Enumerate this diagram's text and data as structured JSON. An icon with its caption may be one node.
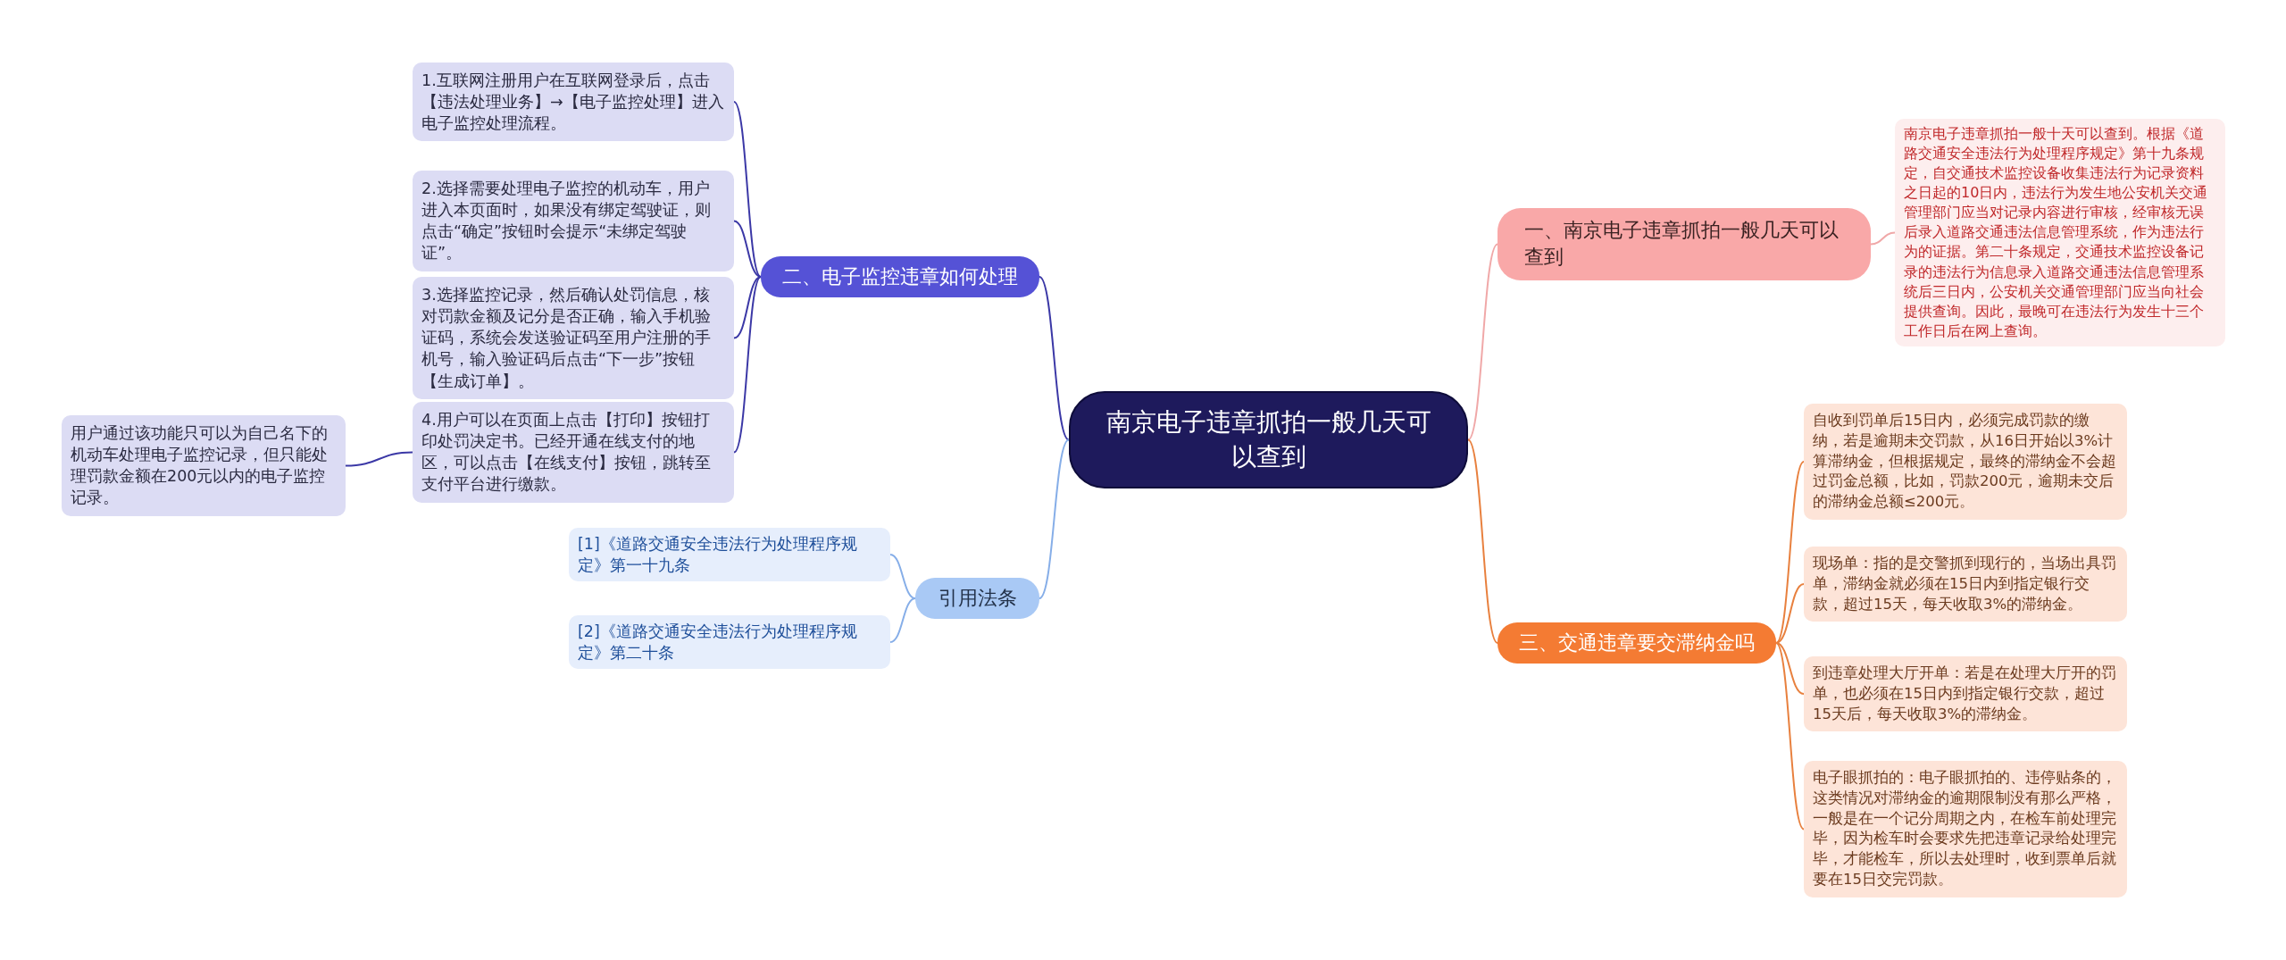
{
  "diagram": {
    "nodes": [
      {
        "text": [
          "南京电子违章抓拍一般几天可以查到"
        ]
      },
      {
        "text": [
          "一、南京电子违章抓拍一般几天可以查到"
        ]
      },
      {
        "text": [
          "南京电子违章抓拍一般十天可以查到。根据《道路交通安全违法行为处理程序规定》第十九条规定，自交通技术监控设备收集违法行为记录资料之日起的10日内，违法行为发生地公安机关交通管理部门应当对记录内容进行审核，经审核无误后录入道路交通违法信息管理系统，作为违法行为的证据。第二十条规定，交通技术监控设备记录的违法行为信息录入道路交通违法信息管理系统后三日内，公安机关交通管理部门应当向社会提供查询。因此，最晚可在违法行为发生十三个工作日后在网上查询。"
        ]
      },
      {
        "text": [
          "二、电子监控违章如何处理"
        ]
      },
      {
        "text": [
          "1.互联网注册用户在互联网登录后，点击【违法处理业务】→【电子监控处理】进入电子监控处理流程。"
        ]
      },
      {
        "text": [
          "2.选择需要处理电子监控的机动车，用户进入本页面时，如果没有绑定驾驶证，则点击“确定”按钮时会提示“未绑定驾驶证”。"
        ]
      },
      {
        "text": [
          "3.选择监控记录，然后确认处罚信息，核对罚款金额及记分是否正确，输入手机验证码，系统会发送验证码至用户注册的手机号，输入验证码后点击“下一步”按钮【生成订单】。"
        ]
      },
      {
        "text": [
          "4.用户可以在页面上点击【打印】按钮打印处罚决定书。已经开通在线支付的地区，可以点击【在线支付】按钮，跳转至支付平台进行缴款。"
        ]
      },
      {
        "text": [
          "用户通过该功能只可以为自己名下的机动车处理电子监控记录，但只能处理罚款金额在200元以内的电子监控记录。"
        ]
      },
      {
        "text": [
          "引用法条"
        ]
      },
      {
        "text": [
          "[1]《道路交通安全违法行为处理程序规定》第一十九条"
        ]
      },
      {
        "text": [
          "[2]《道路交通安全违法行为处理程序规定》第二十条"
        ]
      },
      {
        "text": [
          "三、交通违章要交滞纳金吗"
        ]
      },
      {
        "text": [
          "自收到罚单后15日内，必须完成罚款的缴纳，若是逾期未交罚款，从16日开始以3%计算滞纳金，但根据规定，最终的滞纳金不会超过罚金总额，比如，罚款200元，逾期未交后的滞纳金总额≤200元。"
        ]
      },
      {
        "text": [
          "现场单：指的是交警抓到现行的，当场出具罚单，滞纳金就必须在15日内到指定银行交款，超过15天，每天收取3%的滞纳金。"
        ]
      },
      {
        "text": [
          "到违章处理大厅开单：若是在处理大厅开的罚单，也必须在15日内到指定银行交款，超过15天后，每天收取3%的滞纳金。"
        ]
      },
      {
        "text": [
          "电子眼抓拍的：电子眼抓拍的、违停贴条的，这类情况对滞纳金的逾期限制没有那么严格，一般是在一个记分周期之内，在检车前处理完毕，因为检车时会要求先把违章记录给处理完毕，才能检车，所以去处理时，收到票单后就要在15日交完罚款。"
        ]
      }
    ],
    "edges": [
      {
        "from": 0,
        "to": 1,
        "arrow": "none",
        "color": "#f0a8a8"
      },
      {
        "from": 1,
        "to": 2,
        "arrow": "none",
        "color": "#f0a8a8"
      },
      {
        "from": 0,
        "to": 3,
        "arrow": "none",
        "color": "#3b38a6"
      },
      {
        "from": 3,
        "to": 4,
        "arrow": "none",
        "color": "#3b38a6"
      },
      {
        "from": 3,
        "to": 5,
        "arrow": "none",
        "color": "#3b38a6"
      },
      {
        "from": 3,
        "to": 6,
        "arrow": "none",
        "color": "#3b38a6"
      },
      {
        "from": 3,
        "to": 7,
        "arrow": "none",
        "color": "#3b38a6"
      },
      {
        "from": 7,
        "to": 8,
        "arrow": "none",
        "color": "#3b38a6"
      },
      {
        "from": 0,
        "to": 9,
        "arrow": "none",
        "color": "#86aee8"
      },
      {
        "from": 9,
        "to": 10,
        "arrow": "none",
        "color": "#86aee8"
      },
      {
        "from": 9,
        "to": 11,
        "arrow": "none",
        "color": "#86aee8"
      },
      {
        "from": 0,
        "to": 12,
        "arrow": "none",
        "color": "#e8803e"
      },
      {
        "from": 12,
        "to": 13,
        "arrow": "none",
        "color": "#e8803e"
      },
      {
        "from": 12,
        "to": 14,
        "arrow": "none",
        "color": "#e8803e"
      },
      {
        "from": 12,
        "to": 15,
        "arrow": "none",
        "color": "#e8803e"
      },
      {
        "from": 12,
        "to": 16,
        "arrow": "none",
        "color": "#e8803e"
      }
    ]
  }
}
